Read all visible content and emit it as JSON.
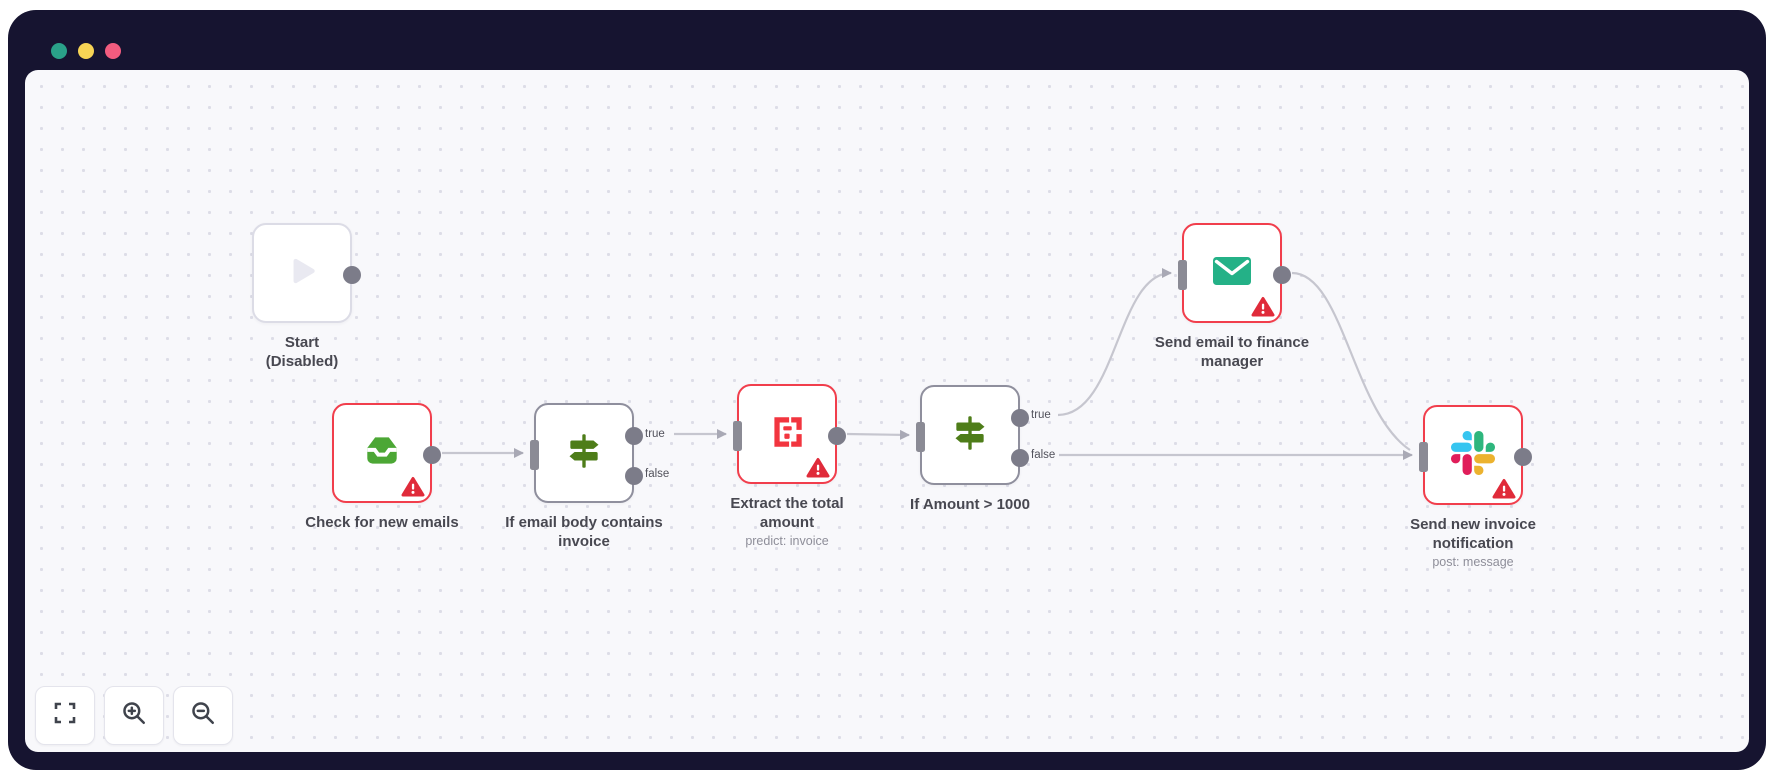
{
  "window": {
    "traffic_lights": [
      {
        "name": "window-button-1",
        "color": "#2aa189"
      },
      {
        "name": "window-button-2",
        "color": "#f7d455"
      },
      {
        "name": "window-button-3",
        "color": "#f25c7f"
      }
    ],
    "frame_color": "#161430",
    "canvas_color": "#f8f8fb"
  },
  "workflow": {
    "nodes": [
      {
        "label": "Start",
        "label2": "(Disabled)",
        "icon": "play-icon",
        "state": "disabled"
      },
      {
        "label": "Check for new emails",
        "icon": "inbox-icon",
        "state": "error"
      },
      {
        "label": "If email body contains invoice",
        "icon": "signpost-icon",
        "state": "normal",
        "outputs": [
          "true",
          "false"
        ]
      },
      {
        "label": "Extract the total amount",
        "sublabel": "predict: invoice",
        "icon": "mindee-frame-icon",
        "state": "error"
      },
      {
        "label": "If Amount > 1000",
        "icon": "signpost-icon",
        "state": "normal",
        "outputs": [
          "true",
          "false"
        ]
      },
      {
        "label": "Send email to finance manager",
        "icon": "envelope-icon",
        "state": "error"
      },
      {
        "label": "Send new invoice notification",
        "sublabel": "post: message",
        "icon": "slack-icon",
        "state": "error"
      }
    ],
    "port_labels": {
      "true": "true",
      "false": "false"
    },
    "colors": {
      "error_border": "#f13e4c",
      "default_border": "#8f8f9d",
      "disabled_border": "#dcdce6",
      "connector": "#c6c6cf",
      "port": "#7c7c89",
      "inbox_green": "#4ca735",
      "signpost_green": "#4e7d19",
      "envelope_teal": "#24b187",
      "mindee_red": "#f2353f",
      "warning_red": "#e02b3a",
      "slack_blue": "#36C5F0",
      "slack_green": "#2EB67D",
      "slack_yellow": "#ECB22E",
      "slack_red": "#E01E5A"
    }
  },
  "controls": [
    {
      "name": "zoom-to-fit"
    },
    {
      "name": "zoom-in"
    },
    {
      "name": "zoom-out"
    }
  ]
}
